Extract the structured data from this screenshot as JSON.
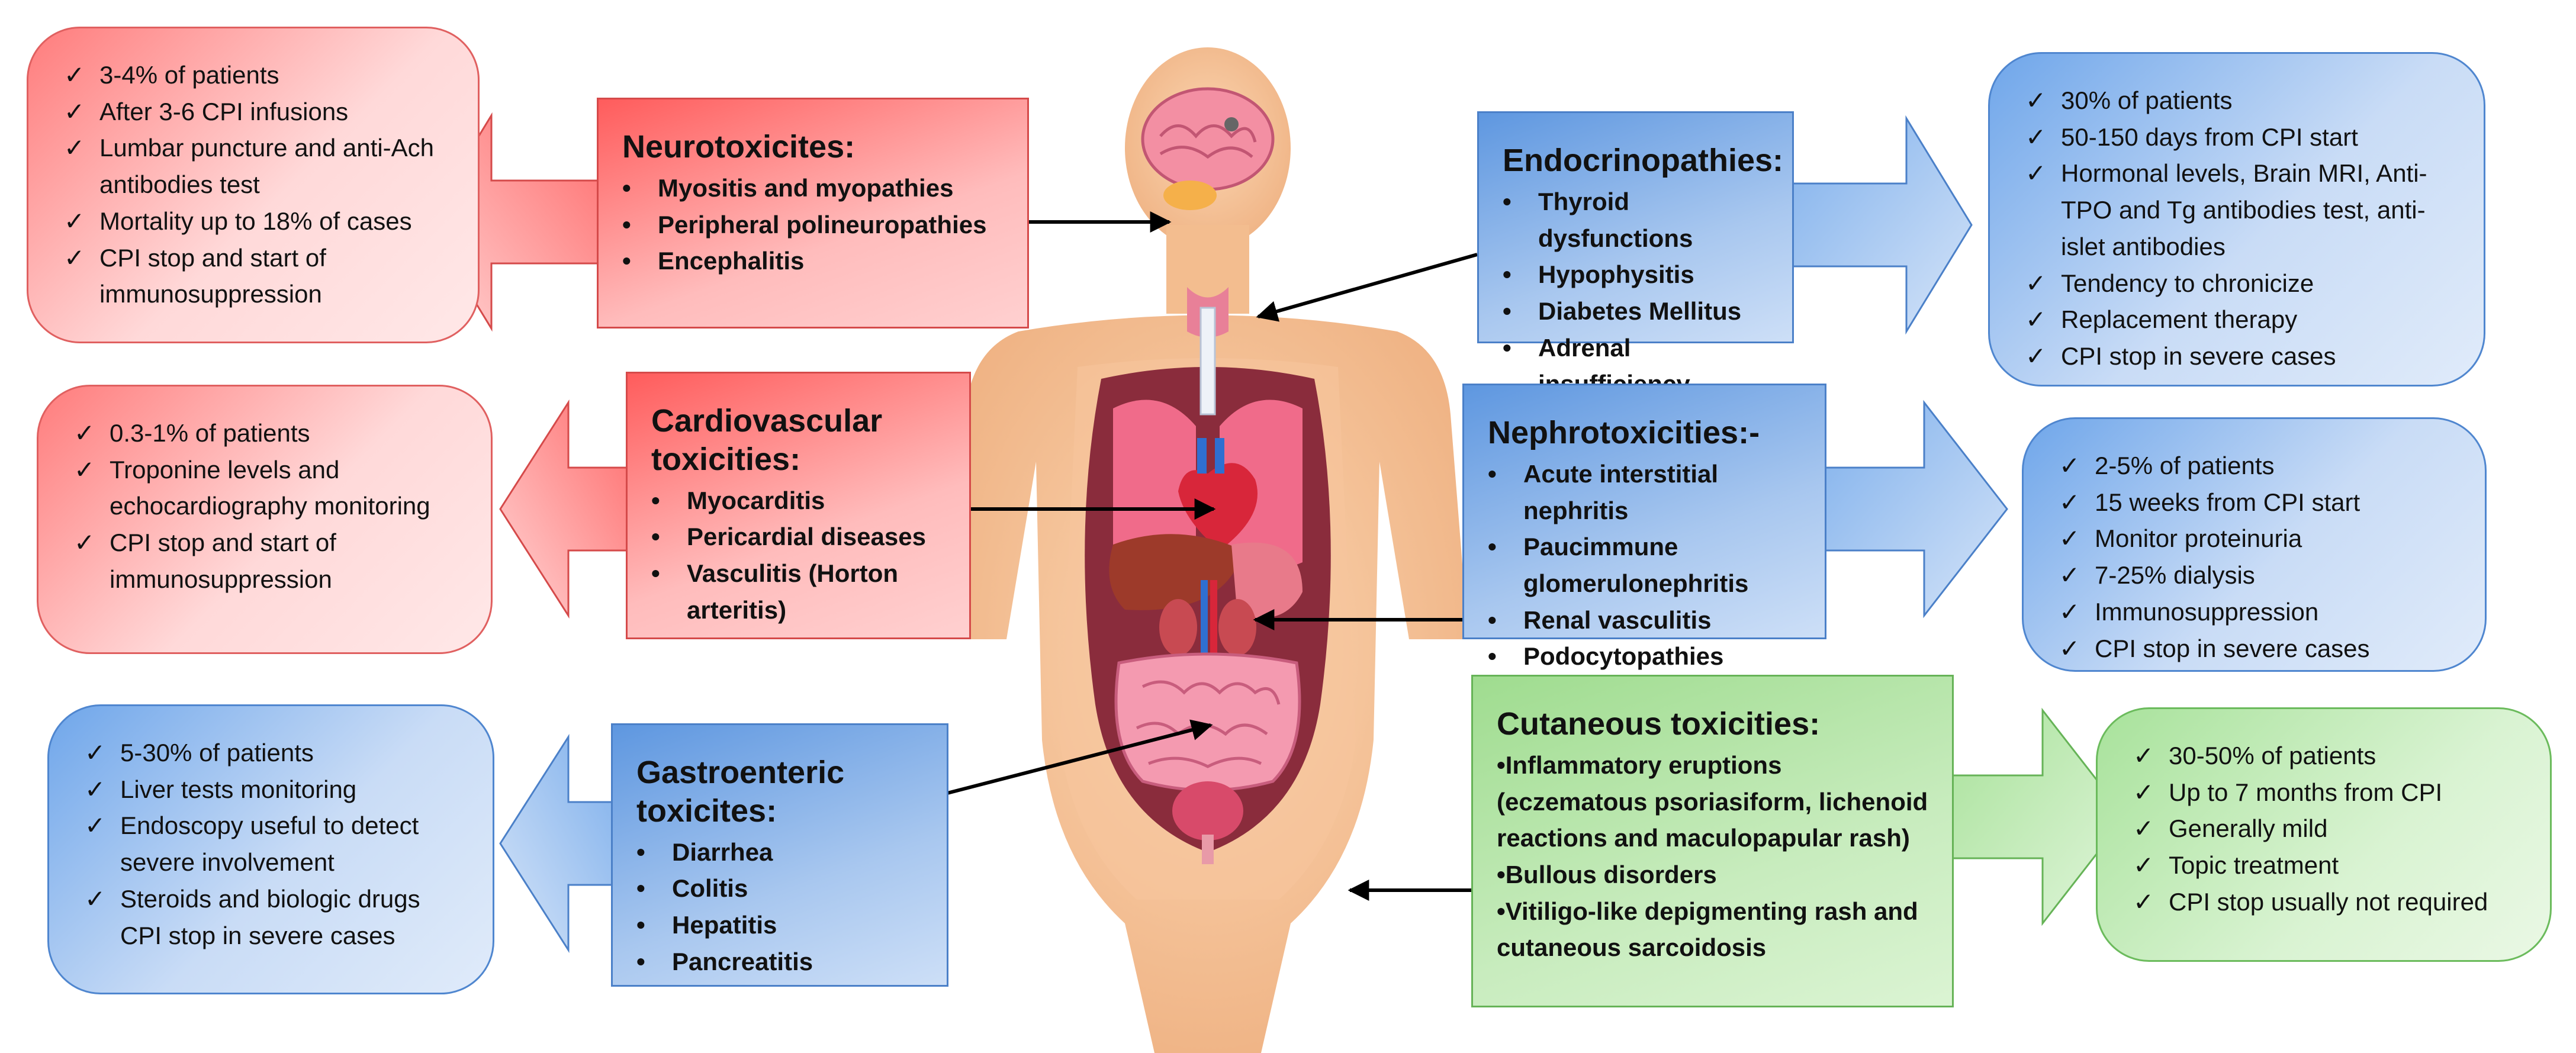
{
  "sections": {
    "neuro": {
      "title": "Neurotoxicites:",
      "items": [
        "Myositis and myopathies",
        "Peripheral polineuropathies",
        "Encephalitis"
      ],
      "details": [
        "3-4% of patients",
        "After 3-6 CPI infusions",
        "Lumbar puncture and anti-Ach antibodies test",
        "Mortality up to 18% of cases",
        "CPI stop and start of immunosuppression"
      ]
    },
    "cardio": {
      "title": "Cardiovascular toxicities:",
      "items": [
        "Myocarditis",
        "Pericardial diseases",
        "Vasculitis (Horton arteritis)"
      ],
      "details": [
        "0.3-1% of patients",
        "Troponine levels and echocardiography monitoring",
        "CPI stop and start of immunosuppression"
      ]
    },
    "gastro": {
      "title": "Gastroenteric toxicites:",
      "items": [
        "Diarrhea",
        "Colitis",
        "Hepatitis",
        "Pancreatitis"
      ],
      "details": [
        "5-30% of patients",
        "Liver tests monitoring",
        "Endoscopy useful to detect severe involvement",
        "Steroids and biologic drugs CPI stop in severe cases"
      ]
    },
    "endo": {
      "title": "Endocrinopathies:",
      "items": [
        "Thyroid dysfunctions",
        "Hypophysitis",
        "Diabetes Mellitus",
        "Adrenal insufficiency"
      ],
      "details": [
        "30% of patients",
        "50-150 days from CPI start",
        "Hormonal levels, Brain MRI, Anti-TPO and Tg antibodies test, anti-islet antibodies",
        "Tendency to chronicize",
        "Replacement therapy",
        "CPI stop in severe cases"
      ]
    },
    "nephro": {
      "title": "Nephrotoxicities:-",
      "items": [
        "Acute interstitial nephritis",
        "Paucimmune glomerulonephritis",
        "Renal vasculitis",
        "Podocytopathies"
      ],
      "details": [
        "2-5% of patients",
        "15 weeks from CPI start",
        "Monitor proteinuria",
        "7-25% dialysis",
        "Immunosuppression",
        "CPI stop in severe cases"
      ]
    },
    "cutaneous": {
      "title": "Cutaneous toxicities:",
      "items": [
        "•Inflammatory eruptions (eczematous psoriasiform, lichenoid reactions and maculopapular rash)",
        "•Bullous disorders",
        "•Vitiligo-like depigmenting rash and cutaneous sarcoidosis"
      ],
      "details": [
        "30-50% of patients",
        "Up to 7 months from CPI",
        "Generally mild",
        "Topic treatment",
        "CPI stop usually not required"
      ]
    }
  },
  "colors": {
    "red_fill": "#ff8c8c",
    "red_border": "#d54a4a",
    "blue_fill": "#8fb7ea",
    "blue_border": "#4b80c8",
    "green_fill": "#bde8b1",
    "green_border": "#66b357",
    "skin": "#f7c79e",
    "skin_shade": "#eaa878"
  }
}
